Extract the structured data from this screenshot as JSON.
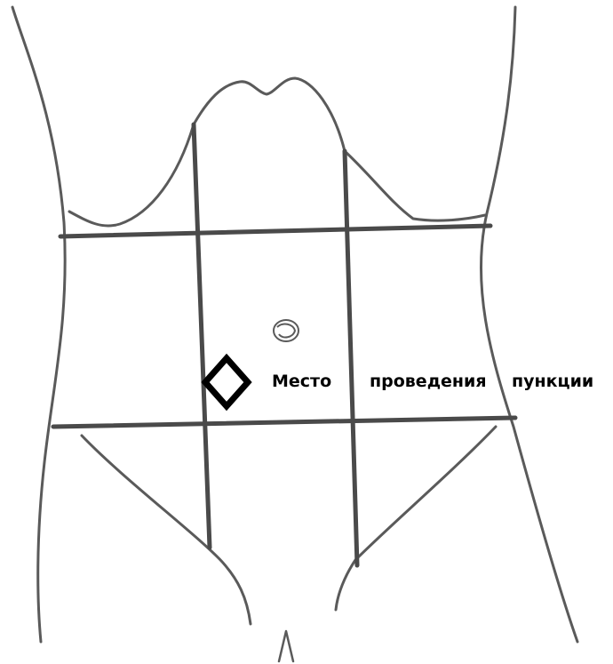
{
  "annotation": {
    "words": [
      "Место",
      "проведения",
      "пункции"
    ]
  },
  "colors": {
    "outline": "#5a5a5a",
    "grid": "#4a4a4a",
    "marker": "#000000",
    "background": "#ffffff"
  }
}
